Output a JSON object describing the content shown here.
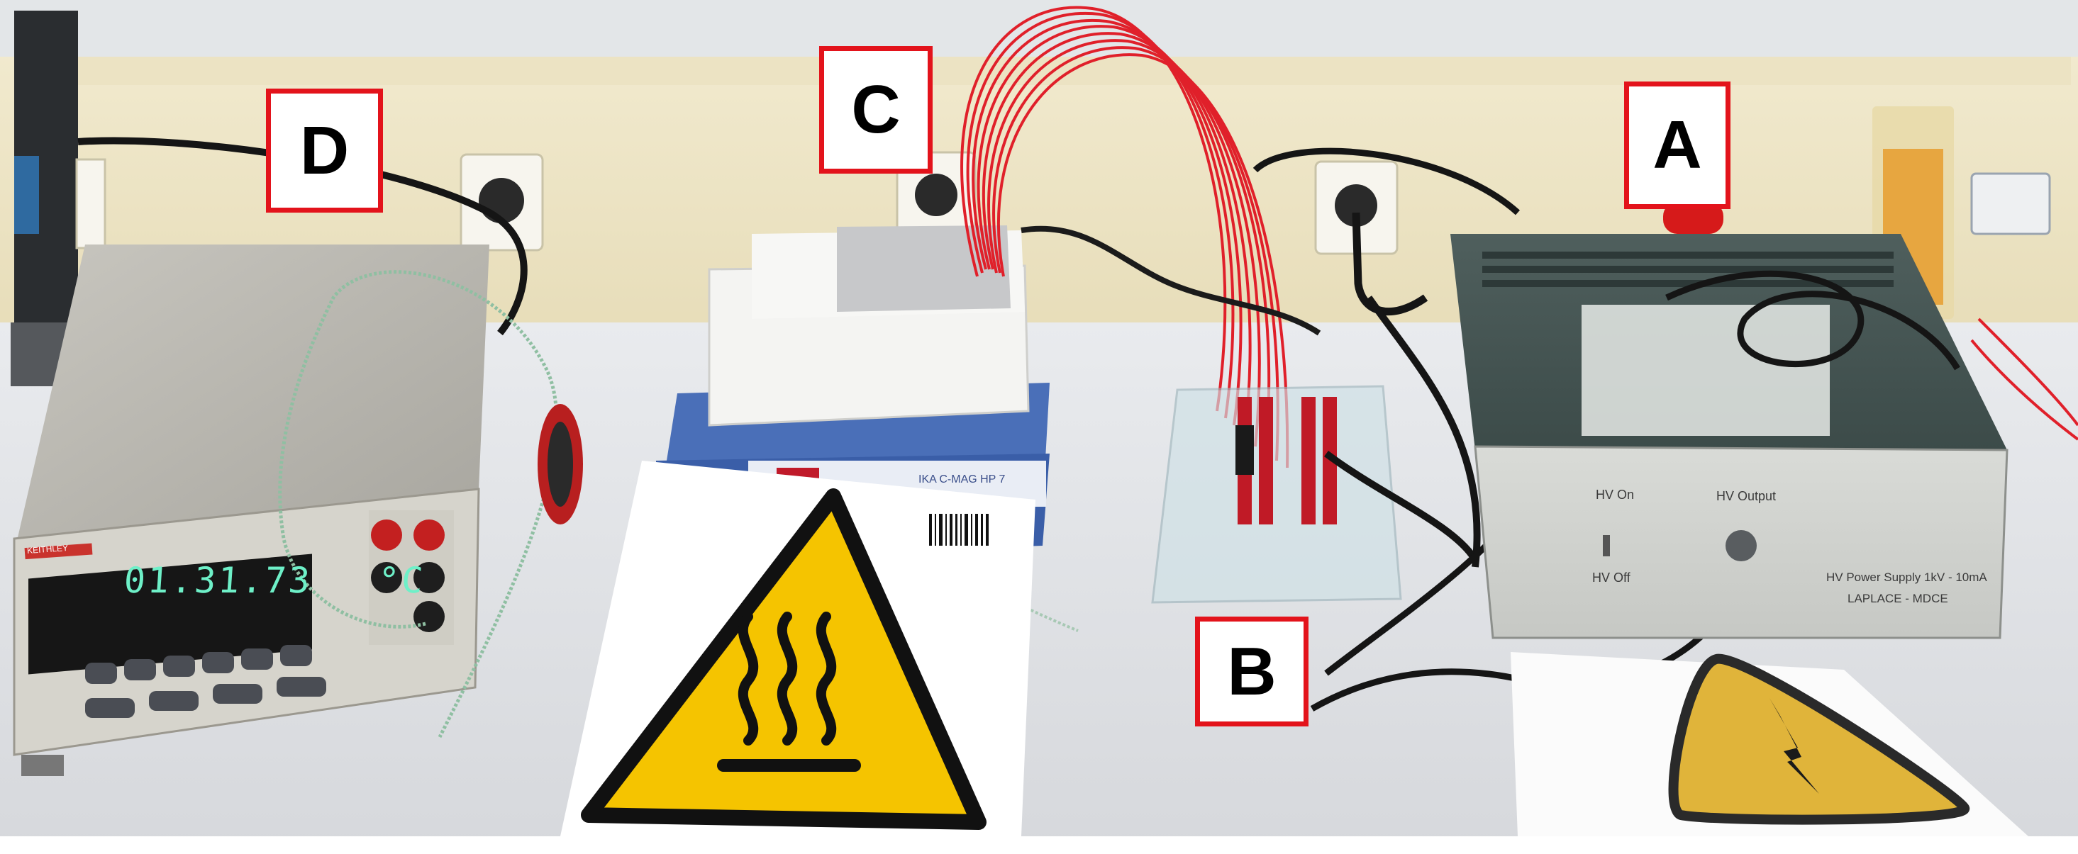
{
  "figure": {
    "labels": {
      "a": "A",
      "b": "B",
      "c": "C",
      "d": "D"
    },
    "multimeter": {
      "brand": "KEITHLEY",
      "display_value": "01.31.73",
      "display_unit": "°C"
    },
    "hv_supply": {
      "switch_on_label": "HV On",
      "switch_off_label": "HV Off",
      "output_label": "HV Output",
      "name_line1": "HV Power Supply 1kV - 10mA",
      "name_line2": "LAPLACE - MDCE"
    },
    "hotplate": {
      "brand_label": "IKA C-MAG HP 7"
    },
    "colors": {
      "callout_border": "#e3131b",
      "warning_yellow": "#f5c400",
      "probe_wire_red": "#e0202a",
      "wall": "#efe6c8",
      "bench": "#e7e8ea"
    },
    "icons": [
      "hot-surface-warning-icon",
      "high-voltage-warning-icon",
      "barcode-icon"
    ]
  }
}
